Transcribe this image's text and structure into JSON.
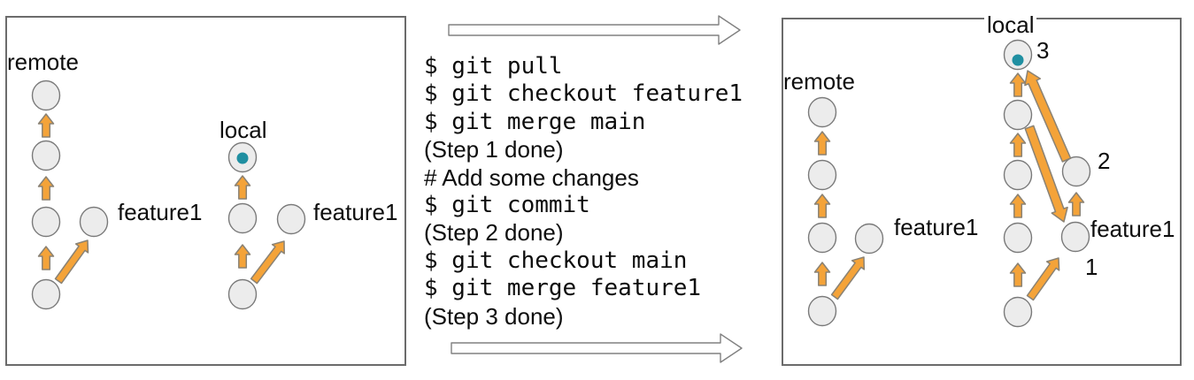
{
  "diagram": {
    "left_panel": {
      "remote_label": "remote",
      "remote_feature_label": "feature1",
      "local_label": "local",
      "local_feature_label": "feature1"
    },
    "right_panel": {
      "remote_label": "remote",
      "remote_feature_label": "feature1",
      "local_label": "local",
      "local_feature_label": "feature1",
      "commit_number_1": "1",
      "commit_number_2": "2",
      "commit_number_3": "3"
    },
    "commands": {
      "lines": [
        {
          "text": "$ git pull",
          "kind": "command"
        },
        {
          "text": "$ git checkout feature1",
          "kind": "command"
        },
        {
          "text": "$ git merge main",
          "kind": "command"
        },
        {
          "text": "(Step 1 done)",
          "kind": "note"
        },
        {
          "text": "# Add some changes",
          "kind": "comment"
        },
        {
          "text": "$ git commit",
          "kind": "command"
        },
        {
          "text": "(Step 2 done)",
          "kind": "note"
        },
        {
          "text": "$ git checkout main",
          "kind": "command"
        },
        {
          "text": "$ git merge feature1",
          "kind": "command"
        },
        {
          "text": "(Step 3 done)",
          "kind": "note"
        }
      ]
    },
    "colors": {
      "arrow_orange": "#f4a339",
      "arrow_outline": "#8a8274",
      "node_fill": "#ececec",
      "node_outline": "#7a7a7a",
      "head_dot_teal": "#1f8fa1",
      "flow_arrow_fill": "#ffffff",
      "flow_arrow_outline": "#808080"
    }
  }
}
